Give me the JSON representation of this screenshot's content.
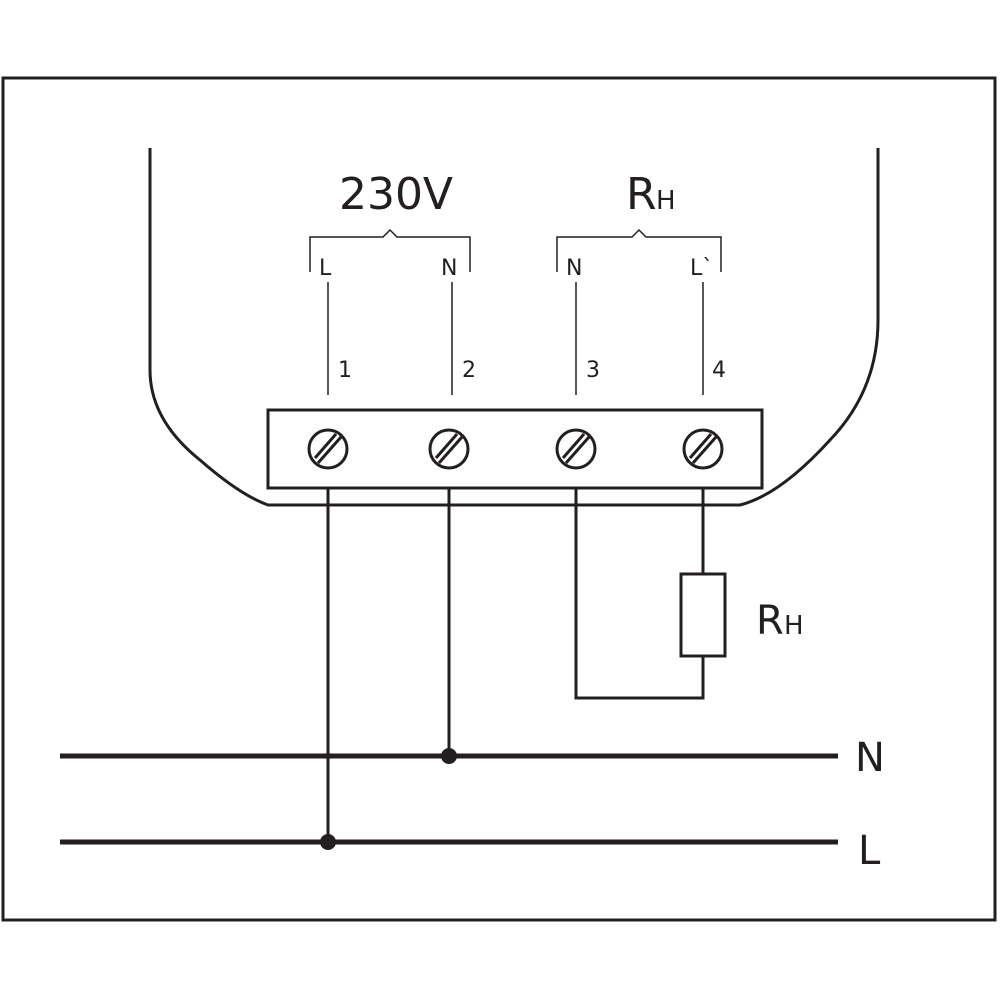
{
  "supply_label": "230V",
  "load_label_main": "R",
  "load_label_sub": "H",
  "terminal_groups": {
    "supply": [
      "L",
      "N"
    ],
    "load": [
      "N",
      "L`"
    ]
  },
  "terminals": [
    {
      "number": "1"
    },
    {
      "number": "2"
    },
    {
      "number": "3"
    },
    {
      "number": "4"
    }
  ],
  "resistor_label_main": "R",
  "resistor_label_sub": "H",
  "bus_lines": {
    "neutral": "N",
    "live": "L"
  }
}
